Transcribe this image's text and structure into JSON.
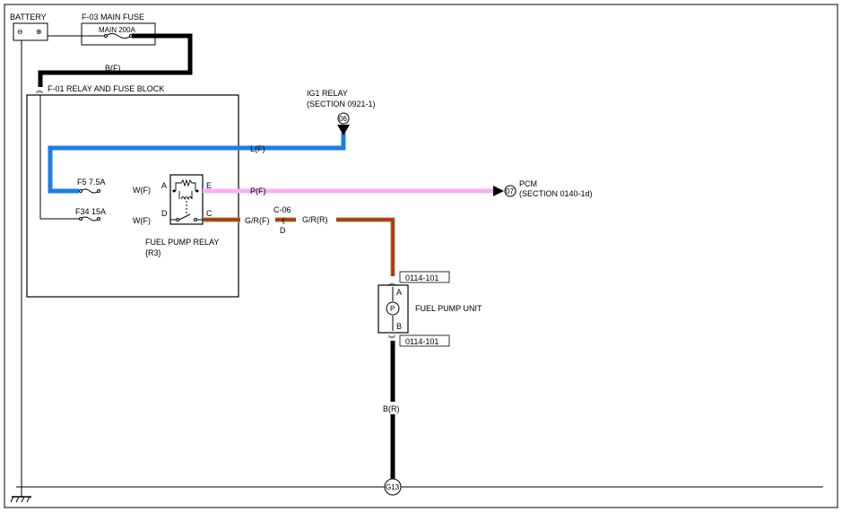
{
  "components": {
    "battery": {
      "label": "BATTERY",
      "neg": "⊖",
      "pos": "⊕"
    },
    "main_fuse": {
      "label": "F-03  MAIN FUSE",
      "rating": "MAIN 200A"
    },
    "relay_block": {
      "label": "F-01  RELAY AND FUSE BLOCK"
    },
    "fuse_f5": {
      "label": "F5  7.5A"
    },
    "fuse_f34": {
      "label": "F34  15A"
    },
    "fuel_pump_relay": {
      "label": "FUEL PUMP RELAY",
      "ref": "{R3}",
      "pin_a": "A",
      "pin_e": "E",
      "pin_d": "D",
      "pin_c": "C"
    },
    "ig1_relay": {
      "label": "IG1 RELAY",
      "section": "(SECTION 0921-1)",
      "marker": "06"
    },
    "pcm": {
      "label": "PCM",
      "section": "(SECTION 0140-1d)",
      "marker": "07"
    },
    "connector_c06": {
      "label": "C-06",
      "pin": "D"
    },
    "fuel_pump_unit": {
      "label": "FUEL PUMP UNIT",
      "pin_a": "A",
      "pin_b": "B",
      "symbol": "P",
      "conn_top": "0114-101",
      "conn_bottom": "0114-101"
    },
    "ground": {
      "label": "G13"
    }
  },
  "wires": {
    "battery_to_block": "B(F)",
    "ig1_feed": "L(F)",
    "relay_a": "W(F)",
    "relay_d": "W(F)",
    "relay_e_to_pcm": "P(F)",
    "relay_c_to_c06": "G/R(F)",
    "c06_to_pump": "G/R(R)",
    "pump_to_ground": "B(R)"
  },
  "colors": {
    "black": "#000000",
    "blue": "#1a7fe8",
    "pink": "#f7b2f0",
    "red": "#e31b0c",
    "green": "#3ab54a"
  }
}
